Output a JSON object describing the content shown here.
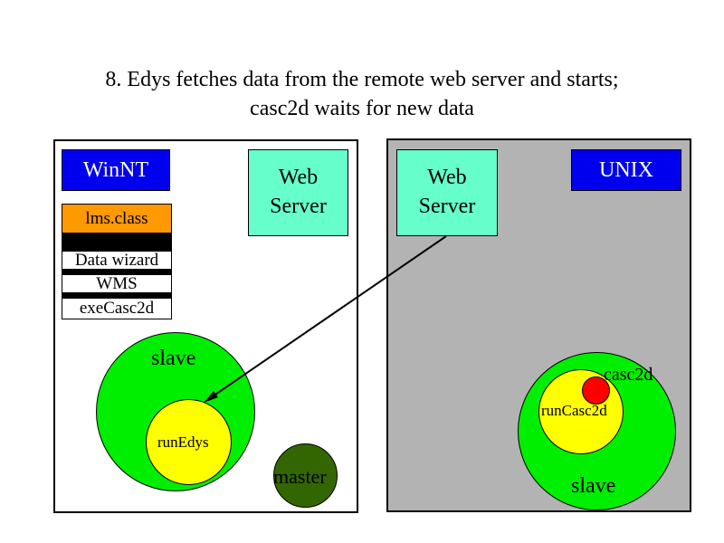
{
  "title": {
    "line1": "8. Edys fetches data from the remote web server and starts;",
    "line2": "casc2d waits for new data"
  },
  "left_panel": {
    "os_label": "WinNT",
    "web_server_line1": "Web",
    "web_server_line2": "Server",
    "stack": [
      "lms.class",
      "",
      "Data wizard",
      "WMS",
      "exeCasc2d"
    ],
    "slave_label": "slave",
    "inner_label": "runEdys",
    "master_label": "master"
  },
  "right_panel": {
    "os_label": "UNIX",
    "web_server_line1": "Web",
    "web_server_line2": "Server",
    "process_label": "casc2d",
    "inner_label": "runCasc2d",
    "slave_label": "slave"
  },
  "colors": {
    "os_box": "#0000ee",
    "web_server": "#66ffcc",
    "lms_class": "#ff9900",
    "slave": "#00ee00",
    "inner": "#ffff00",
    "master": "#336600",
    "process_dot": "#ff0000",
    "unix_panel": "#b3b3b3"
  }
}
